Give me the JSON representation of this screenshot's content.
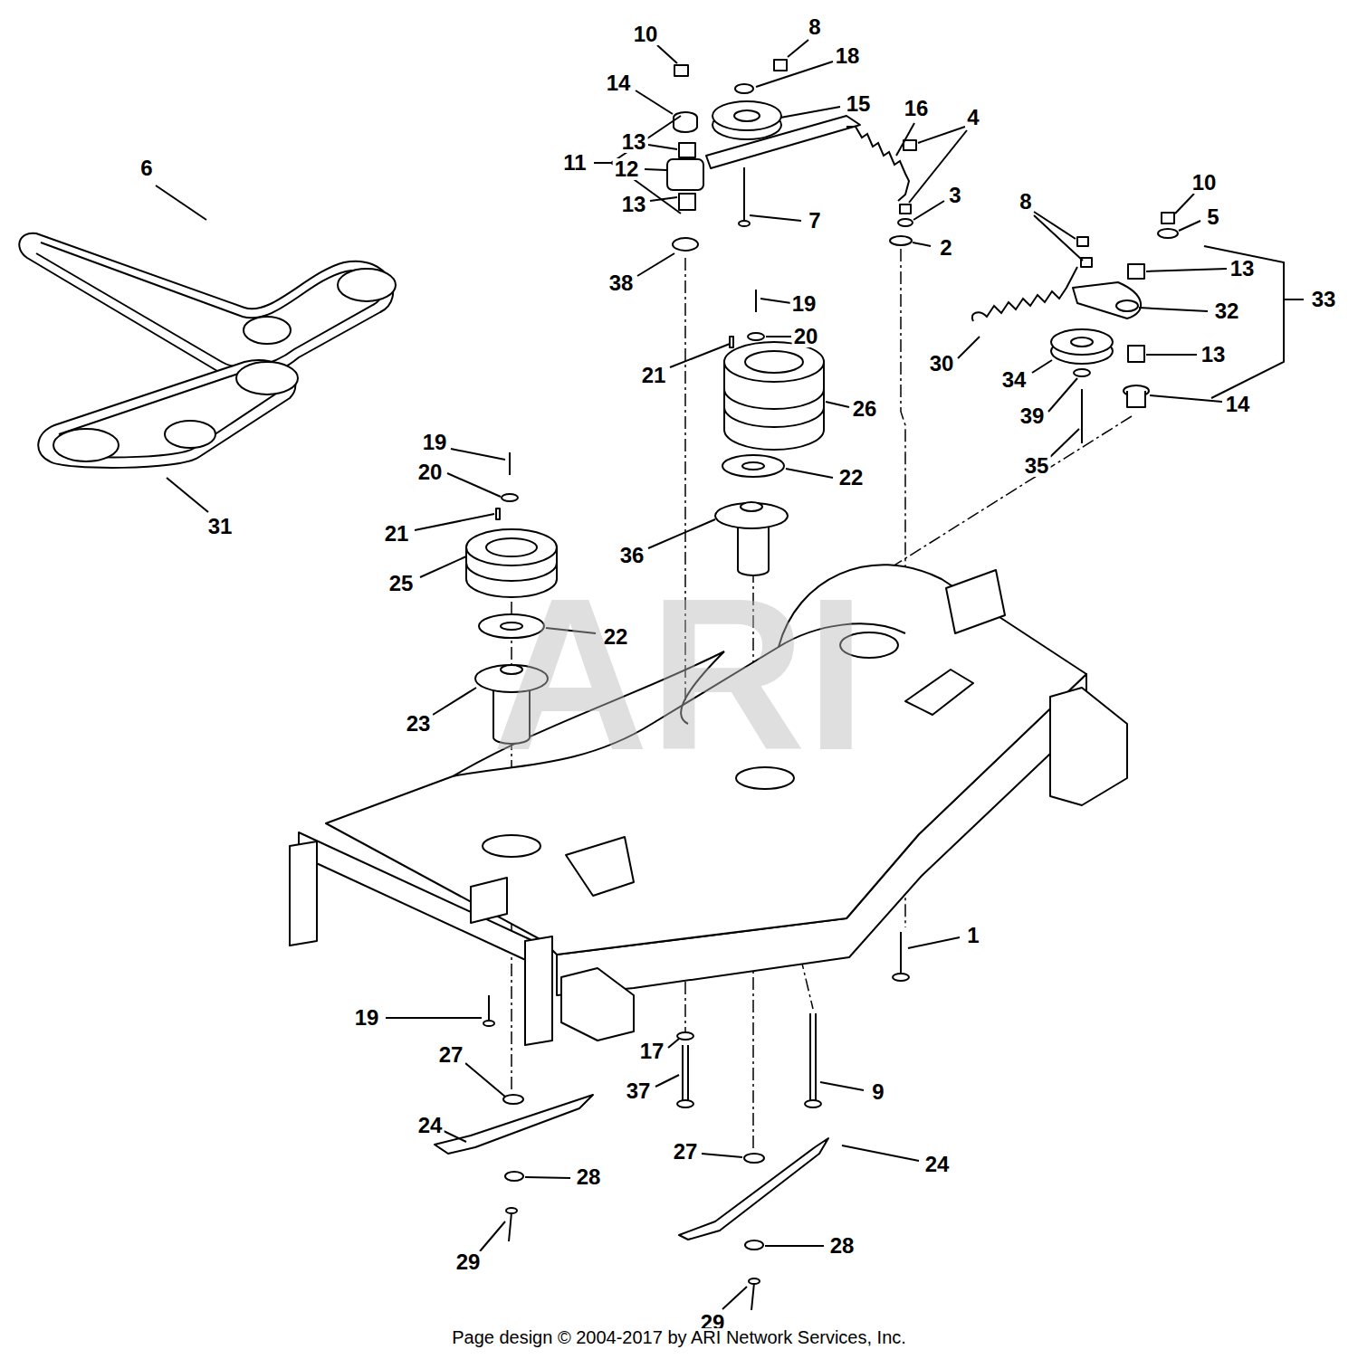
{
  "diagram": {
    "caption": "Page design © 2004-2017 by ARI Network Services, Inc.",
    "labels": [
      "10",
      "8",
      "14",
      "18",
      "15",
      "16",
      "4",
      "13",
      "11",
      "12",
      "6",
      "13",
      "7",
      "3",
      "2",
      "38",
      "10",
      "8",
      "5",
      "13",
      "33",
      "32",
      "19",
      "20",
      "30",
      "13",
      "34",
      "21",
      "26",
      "39",
      "14",
      "19",
      "20",
      "35",
      "22",
      "21",
      "31",
      "25",
      "36",
      "22",
      "23",
      "1",
      "19",
      "17",
      "27",
      "37",
      "9",
      "24",
      "28",
      "27",
      "24",
      "29",
      "28",
      "29",
      "ARI"
    ]
  }
}
